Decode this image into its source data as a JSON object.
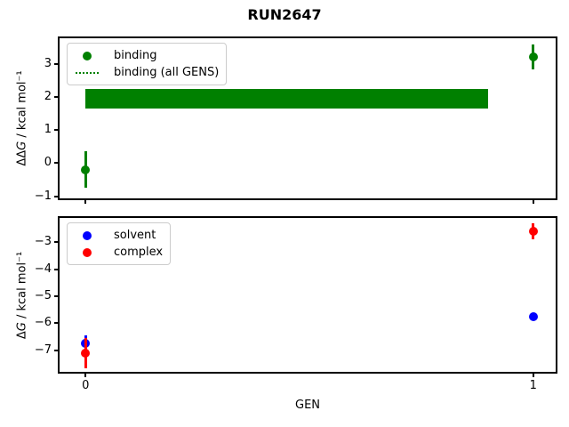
{
  "figure": {
    "background": "#ffffff"
  },
  "chart_data": [
    {
      "type": "scatter",
      "title": "RUN2647",
      "ylabel": "ΔΔG / kcal mol⁻¹",
      "ylabel_parts": [
        {
          "text": "ΔΔ",
          "italic": false
        },
        {
          "text": "G",
          "italic": true
        },
        {
          "text": " / kcal mol⁻¹",
          "italic": false
        }
      ],
      "xlabel": "",
      "xlim": [
        -0.058,
        1.05
      ],
      "ylim": [
        -1.06,
        3.77
      ],
      "yticks": [
        3,
        2,
        1,
        0,
        -1
      ],
      "xticks": [
        0,
        1
      ],
      "show_xtick_labels": false,
      "grid": false,
      "legend_position": "upper-left",
      "legend": [
        {
          "label": "binding",
          "marker": "dot",
          "color": "#008000"
        },
        {
          "label": "binding (all GENS)",
          "marker": "dotted-line",
          "color": "#008000"
        }
      ],
      "band": {
        "series": "binding (all GENS)",
        "x": [
          0.0,
          0.9
        ],
        "y_range": [
          1.64,
          2.25
        ],
        "color": "#008000"
      },
      "series": [
        {
          "name": "binding",
          "color": "#008000",
          "marker": "circle",
          "points": [
            {
              "x": 0,
              "y": -0.2,
              "yerr": 0.55
            },
            {
              "x": 1,
              "y": 3.2,
              "yerr": 0.38
            }
          ]
        }
      ]
    },
    {
      "type": "scatter",
      "title": "",
      "ylabel": "ΔG / kcal mol⁻¹",
      "ylabel_parts": [
        {
          "text": "Δ",
          "italic": false
        },
        {
          "text": "G",
          "italic": true
        },
        {
          "text": " / kcal mol⁻¹",
          "italic": false
        }
      ],
      "xlabel": "GEN",
      "xlim": [
        -0.058,
        1.05
      ],
      "ylim": [
        -7.79,
        -2.11
      ],
      "yticks": [
        -3,
        -4,
        -5,
        -6,
        -7
      ],
      "xticks": [
        0,
        1
      ],
      "show_xtick_labels": true,
      "grid": false,
      "legend_position": "upper-left",
      "legend": [
        {
          "label": "solvent",
          "marker": "dot",
          "color": "#0000ff"
        },
        {
          "label": "complex",
          "marker": "dot",
          "color": "#ff0000"
        }
      ],
      "series": [
        {
          "name": "solvent",
          "color": "#0000ff",
          "marker": "circle",
          "points": [
            {
              "x": 0,
              "y": -6.75,
              "yerr": 0.3
            },
            {
              "x": 1,
              "y": -5.75,
              "yerr": 0.05
            }
          ]
        },
        {
          "name": "complex",
          "color": "#ff0000",
          "marker": "circle",
          "points": [
            {
              "x": 0,
              "y": -7.1,
              "yerr": 0.55
            },
            {
              "x": 1,
              "y": -2.6,
              "yerr": 0.3
            }
          ]
        }
      ]
    }
  ]
}
